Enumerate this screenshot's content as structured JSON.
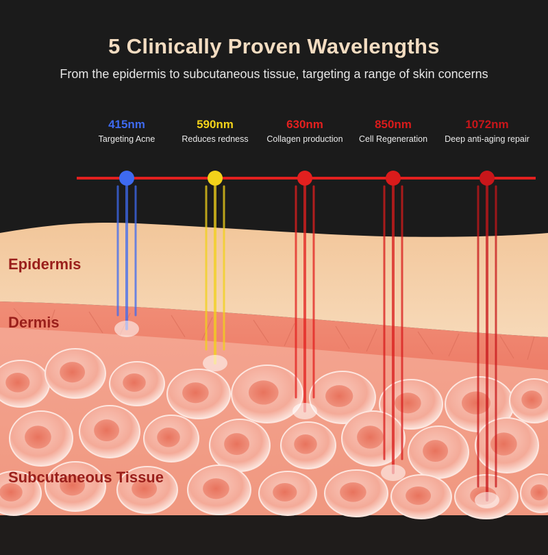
{
  "header": {
    "title": "5 Clinically Proven Wavelengths",
    "subtitle": "From the epidermis to subcutaneous tissue, targeting a range of skin concerns"
  },
  "wavelengths": [
    {
      "label": "415nm",
      "desc": "Targeting Acne",
      "color": "#3e6af0"
    },
    {
      "label": "590nm",
      "desc": "Reduces redness",
      "color": "#f2d21a"
    },
    {
      "label": "630nm",
      "desc": "Collagen production",
      "color": "#e3201f"
    },
    {
      "label": "850nm",
      "desc": "Cell Regeneration",
      "color": "#d91b1b"
    },
    {
      "label": "1072nm",
      "desc": "Deep anti-aging repair",
      "color": "#c8161a"
    }
  ],
  "layers": {
    "epidermis": "Epidermis",
    "dermis": "Dermis",
    "subcutaneous": "Subcutaneous Tissue"
  },
  "colors": {
    "background": "#1b1b1b",
    "title": "#f3dcc1",
    "line": "#e3201f",
    "label": "#9a1f1b"
  }
}
